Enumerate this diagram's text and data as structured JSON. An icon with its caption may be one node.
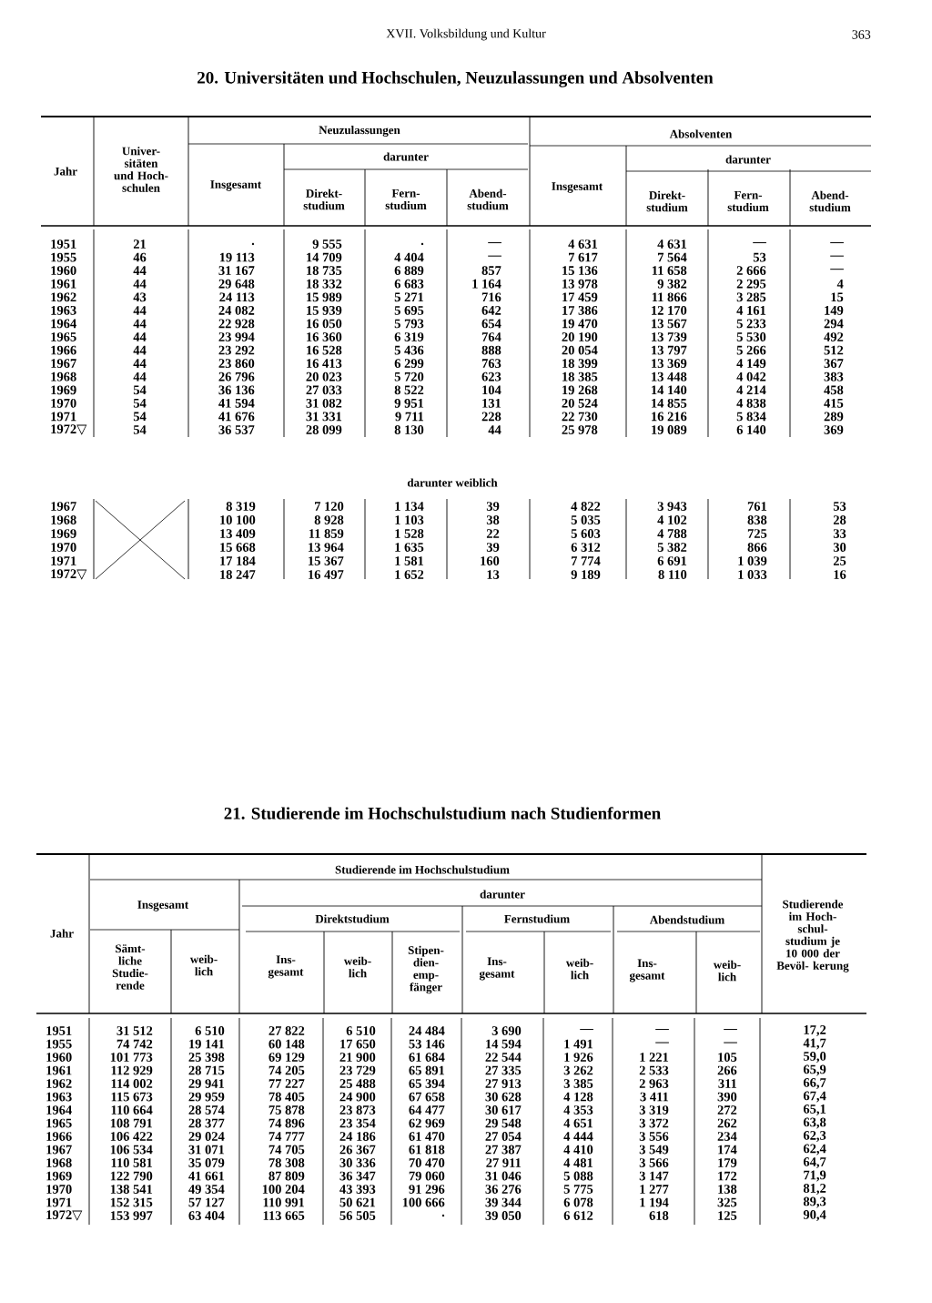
{
  "diagram": {
    "labels": [
      "XVII. Volksbildung und Kultur",
      "363",
      "20. Universitäten und Hochschulen, Neuzulassungen und Absolventen",
      "Jahr",
      "Univer- sitäten und Hoch- schulen",
      "Neuzulassungen",
      "Absolventen",
      "darunter",
      "darunter",
      "Insgesamt",
      "Insgesamt",
      "Direkt- studium",
      "Fern- studium",
      "Abend- studium",
      "Direkt- studium",
      "Fern- studium",
      "Abend- studium",
      "1951",
      "21",
      ".",
      "9 555",
      ".",
      "—",
      "4 631",
      "4 631",
      "—",
      "—",
      "1955",
      "46",
      "19 113",
      "14 709",
      "4 404",
      "—",
      "7 617",
      "7 564",
      "53",
      "—",
      "1960",
      "44",
      "31 167",
      "18 735",
      "6 889",
      "857",
      "15 136",
      "11 658",
      "2 666",
      "—",
      "1961",
      "44",
      "29 648",
      "18 332",
      "6 683",
      "1 164",
      "13 978",
      "9 382",
      "2 295",
      "4",
      "1962",
      "43",
      "24 113",
      "15 989",
      "5 271",
      "716",
      "17 459",
      "11 866",
      "3 285",
      "15",
      "1963",
      "44",
      "24 082",
      "15 939",
      "5 695",
      "642",
      "17 386",
      "12 170",
      "4 161",
      "149",
      "1964",
      "44",
      "22 928",
      "16 050",
      "5 793",
      "654",
      "19 470",
      "13 567",
      "5 233",
      "294",
      "1965",
      "44",
      "23 994",
      "16 360",
      "6 319",
      "764",
      "20 190",
      "13 739",
      "5 530",
      "492",
      "1966",
      "44",
      "23 292",
      "16 528",
      "5 436",
      "888",
      "20 054",
      "13 797",
      "5 266",
      "512",
      "1967",
      "44",
      "23 860",
      "16 413",
      "6 299",
      "763",
      "18 399",
      "13 369",
      "4 149",
      "367",
      "1968",
      "44",
      "26 796",
      "20 023",
      "5 720",
      "623",
      "18 385",
      "13 448",
      "4 042",
      "383",
      "1969",
      "54",
      "36 136",
      "27 033",
      "8 522",
      "104",
      "19 268",
      "14 140",
      "4 214",
      "458",
      "1970",
      "54",
      "41 594",
      "31 082",
      "9 951",
      "131",
      "20 524",
      "14 855",
      "4 838",
      "415",
      "1971",
      "54",
      "41 676",
      "31 331",
      "9 711",
      "228",
      "22 730",
      "16 216",
      "5 834",
      "289",
      "1972▽",
      "54",
      "36 537",
      "28 099",
      "8 130",
      "44",
      "25 978",
      "19 089",
      "6 140",
      "369",
      "darunter weiblich",
      "1967",
      "8 319",
      "7 120",
      "1 134",
      "39",
      "4 822",
      "3 943",
      "761",
      "53",
      "1968",
      "10 100",
      "8 928",
      "1 103",
      "38",
      "5 035",
      "4 102",
      "838",
      "28",
      "1969",
      "13 409",
      "11 859",
      "1 528",
      "22",
      "5 603",
      "4 788",
      "725",
      "33",
      "1970",
      "15 668",
      "13 964",
      "1 635",
      "39",
      "6 312",
      "5 382",
      "866",
      "30",
      "1971",
      "17 184",
      "15 367",
      "1 581",
      "160",
      "7 774",
      "6 691",
      "1 039",
      "25",
      "1972▽",
      "18 247",
      "16 497",
      "1 652",
      "13",
      "9 189",
      "8 110",
      "1 033",
      "16",
      "21. Studierende im Hochschulstudium nach Studienformen",
      "Jahr",
      "Studierende im Hochschulstudium",
      "Insgesamt",
      "darunter",
      "Direktstudium",
      "Fernstudium",
      "Abendstudium",
      "Studierende im Hoch- schul- studium je 10 000 der Bevöl- kerung",
      "Sämt- liche Studie- rende",
      "weib- lich",
      "Ins- gesamt",
      "weib- lich",
      "Stipen- dien- emp- fänger",
      "Ins- gesamt",
      "weib- lich",
      "Ins- gesamt",
      "weib- lich",
      "1951",
      "31 512",
      "6 510",
      "27 822",
      "6 510",
      "24 484",
      "3 690",
      "—",
      "—",
      "—",
      "17,2",
      "1955",
      "74 742",
      "19 141",
      "60 148",
      "17 650",
      "53 146",
      "14 594",
      "1 491",
      "—",
      "—",
      "41,7",
      "1960",
      "101 773",
      "25 398",
      "69 129",
      "21 900",
      "61 684",
      "22 544",
      "1 926",
      "1 221",
      "105",
      "59,0",
      "1961",
      "112 929",
      "28 715",
      "74 205",
      "23 729",
      "65 891",
      "27 335",
      "3 262",
      "2 533",
      "266",
      "65,9",
      "1962",
      "114 002",
      "29 941",
      "77 227",
      "25 488",
      "65 394",
      "27 913",
      "3 385",
      "2 963",
      "311",
      "66,7",
      "1963",
      "115 673",
      "29 959",
      "78 405",
      "24 900",
      "67 658",
      "30 628",
      "4 128",
      "3 411",
      "390",
      "67,4",
      "1964",
      "110 664",
      "28 574",
      "75 878",
      "23 873",
      "64 477",
      "30 617",
      "4 353",
      "3 319",
      "272",
      "65,1",
      "1965",
      "108 791",
      "28 377",
      "74 896",
      "23 354",
      "62 969",
      "29 548",
      "4 651",
      "3 372",
      "262",
      "63,8",
      "1966",
      "106 422",
      "29 024",
      "74 777",
      "24 186",
      "61 470",
      "27 054",
      "4 444",
      "3 556",
      "234",
      "62,3",
      "1967",
      "106 534",
      "31 071",
      "74 705",
      "26 367",
      "61 818",
      "27 387",
      "4 410",
      "3 549",
      "174",
      "62,4",
      "1968",
      "110 581",
      "35 079",
      "78 308",
      "30 336",
      "70 470",
      "27 911",
      "4 481",
      "3 566",
      "179",
      "64,7",
      "1969",
      "122 790",
      "41 661",
      "87 809",
      "36 347",
      "79 060",
      "31 046",
      "5 088",
      "3 147",
      "172",
      "71,9",
      "1970",
      "138 541",
      "49 354",
      "100 204",
      "43 393",
      "91 296",
      "36 276",
      "5 775",
      "1 277",
      "138",
      "81,2",
      "1971",
      "152 315",
      "57 127",
      "110 991",
      "50 621",
      "100 666",
      "39 344",
      "6 078",
      "1 194",
      "325",
      "89,3",
      "1972▽",
      "153 997",
      "63 404",
      "113 665",
      "56 505",
      ".",
      "39 050",
      "6 612",
      "618",
      "125",
      "90,4"
    ]
  }
}
